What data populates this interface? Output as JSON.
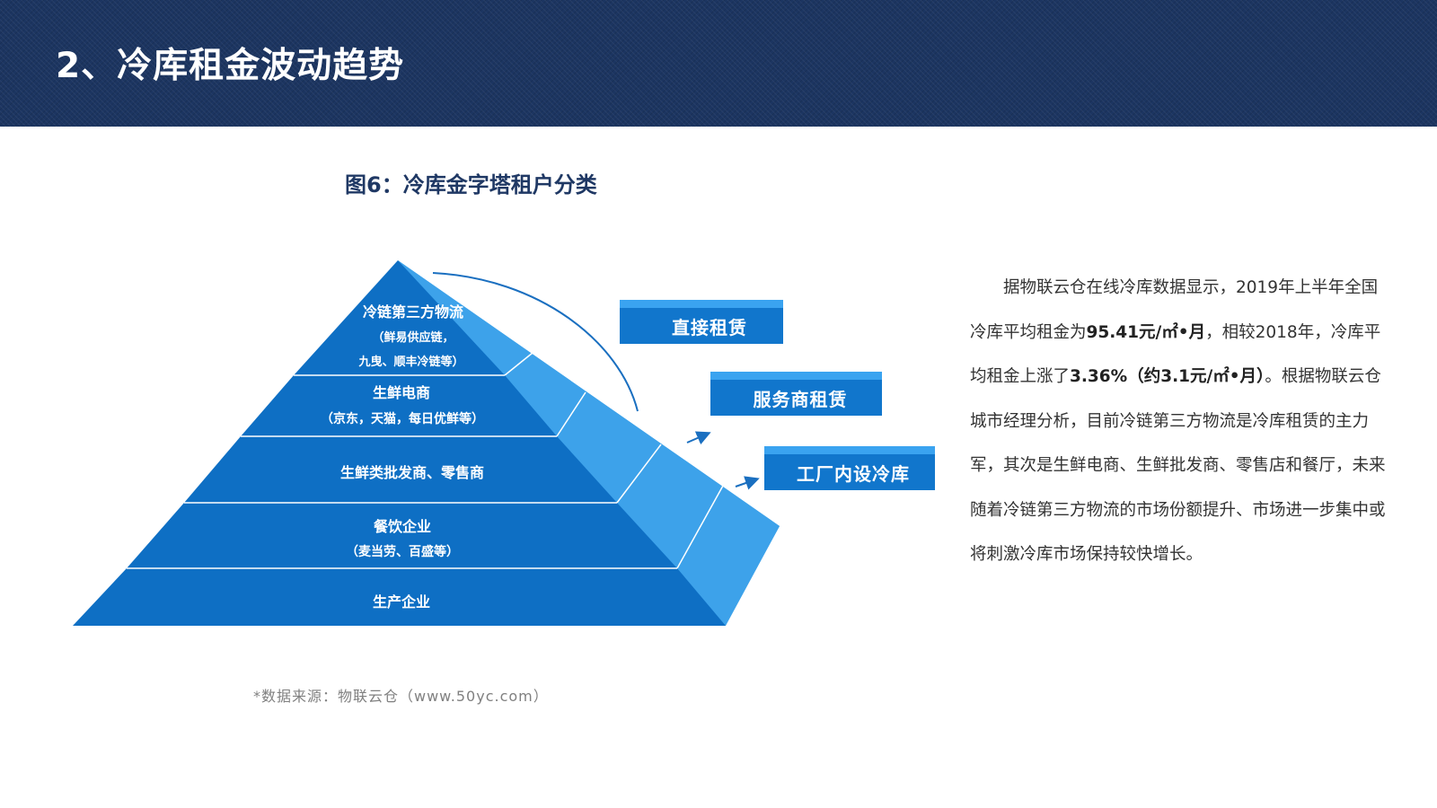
{
  "header": {
    "title": "2、冷库租金波动趋势"
  },
  "figure": {
    "title": "图6：冷库金字塔租户分类",
    "tiers": [
      {
        "label": "冷链第三方物流",
        "sub": "（鲜易供应链，",
        "sub2": "九曳、顺丰冷链等）"
      },
      {
        "label": "生鲜电商",
        "sub": "（京东，天猫，每日优鲜等）"
      },
      {
        "label": "生鲜类批发商、零售商"
      },
      {
        "label": "餐饮企业",
        "sub": "（麦当劳、百盛等）"
      },
      {
        "label": "生产企业"
      }
    ],
    "categories": [
      "直接租赁",
      "服务商租赁",
      "工厂内设冷库"
    ],
    "colors": {
      "pyramid": "#0e6fc4",
      "side": "#3a9ee8",
      "box": "#1176cc"
    }
  },
  "source": "*数据来源：物联云仓（www.50yc.com）",
  "paragraph": {
    "p1": "据物联云仓在线冷库数据显示，2019年上半年全国冷库平均租金为",
    "b1": "95.41元/㎡•月",
    "p2": "，相较2018年，冷库平均租金上涨了",
    "b2": "3.36%（约3.1元/㎡•月）",
    "p3": "。根据物联云仓城市经理分析，目前冷链第三方物流是冷库租赁的主力军，其次是生鲜电商、生鲜批发商、零售店和餐厅，未来随着冷链第三方物流的市场份额提升、市场进一步集中或将刺激冷库市场保持较快增长。"
  }
}
